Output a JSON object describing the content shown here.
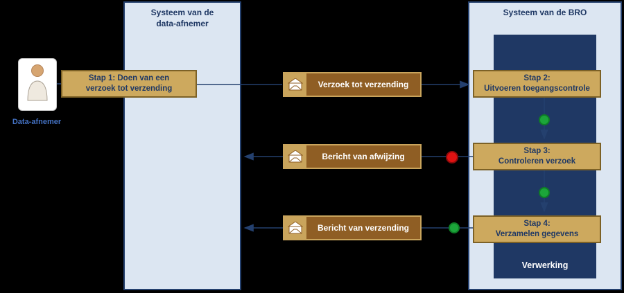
{
  "panels": {
    "data_afnemer": {
      "title_line1": "Systeem van de",
      "title_line2": "data-afnemer"
    },
    "bro": {
      "title": "Systeem van de BRO",
      "process_label": "Verwerking"
    }
  },
  "actor": {
    "label": "Data-afnemer"
  },
  "steps": [
    {
      "line1": "Stap 1: Doen van een",
      "line2": "verzoek tot verzending"
    },
    {
      "line1": "Stap 2:",
      "line2": "Uitvoeren toegangscontrole"
    },
    {
      "line1": "Stap 3:",
      "line2": "Controleren verzoek"
    },
    {
      "line1": "Stap 4:",
      "line2": "Verzamelen gegevens"
    }
  ],
  "messages": [
    {
      "label": "Verzoek tot verzending"
    },
    {
      "label": "Bericht van afwijzing"
    },
    {
      "label": "Bericht van verzending"
    }
  ],
  "status_dots": {
    "green_between_step2_step3": "green",
    "green_between_step3_step4": "green",
    "green_before_step4_message": "green",
    "red_before_step3_message": "red"
  },
  "colors": {
    "background": "#000000",
    "panel_fill": "#dce6f2",
    "panel_border": "#24406e",
    "process_fill": "#1f3864",
    "step_fill": "#cda95e",
    "step_border": "#7c6126",
    "message_fill": "#8f5e24",
    "message_border": "#c9a45c",
    "arrow": "#24406e",
    "status_green": "#1ca53a",
    "status_red": "#e01212",
    "actor_label_color": "#4472c4"
  }
}
